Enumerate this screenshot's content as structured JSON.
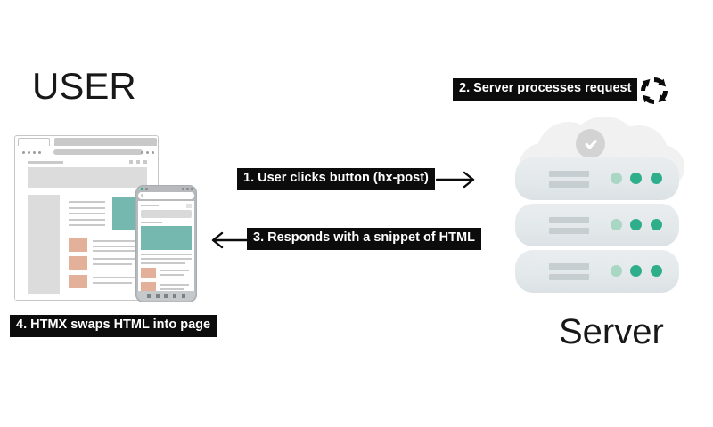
{
  "actors": {
    "user": {
      "label": "USER"
    },
    "server": {
      "label": "Server"
    }
  },
  "steps": {
    "step1": {
      "text": "1. User clicks button (hx-post)"
    },
    "step2": {
      "text": "2. Server processes request"
    },
    "step3": {
      "text": "3. Responds with a snippet of HTML"
    },
    "step4": {
      "text": "4. HTMX swaps HTML into page"
    }
  },
  "icons": {
    "sync_arrows": "circular-process-arrows",
    "checkmark": "checkmark-in-circle-on-cloud",
    "arrow_right": "request-arrow-user-to-server",
    "arrow_left": "response-arrow-server-to-user"
  },
  "colors": {
    "label_background": "#0c0c0c",
    "label_text": "#ffffff",
    "accent_teal": "#74b8b0",
    "accent_salmon": "#e3b199",
    "server_dot_teal": "#2fae8c",
    "server_dot_light": "#a9d7c4",
    "placeholder_gray": "#c9c9c9",
    "panel_gray": "#dcdcdc",
    "server_body": "#e4e9ec",
    "cloud": "#f1f1f1"
  }
}
